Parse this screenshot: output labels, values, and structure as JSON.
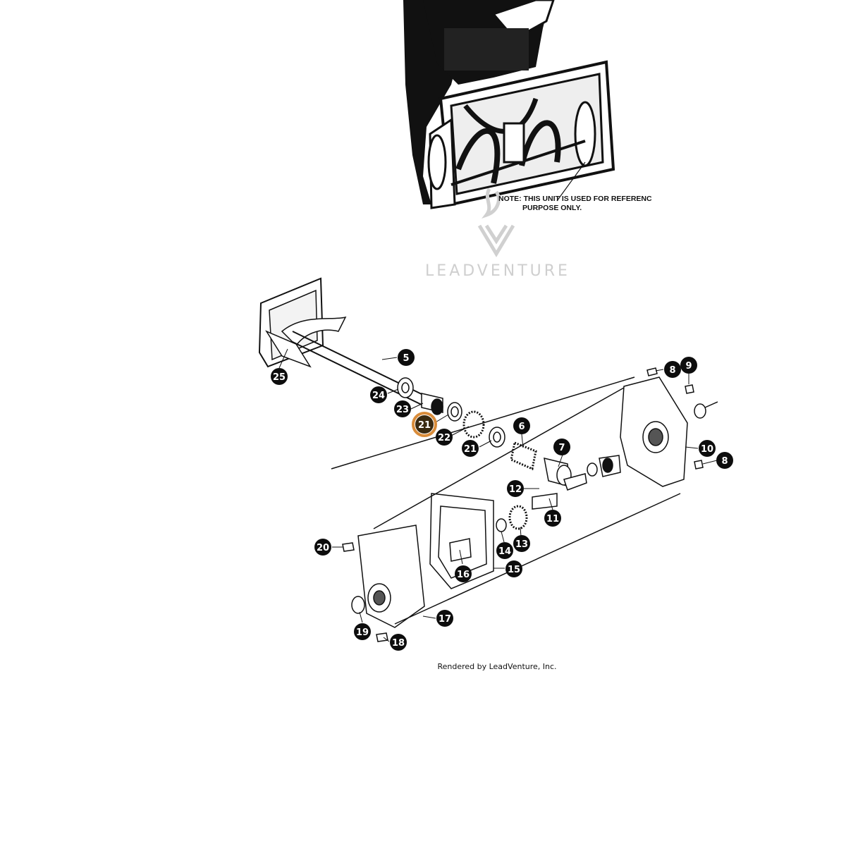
{
  "note": {
    "line1": "NOTE: THIS UNIT IS USED FOR REFERENC",
    "line2": "PURPOSE ONLY."
  },
  "watermark": {
    "text": "LEADVENTURE"
  },
  "footer": {
    "text": "Rendered by LeadVenture, Inc."
  },
  "colors": {
    "ink": "#111111",
    "callout": "#0d0d0d",
    "highlight": "#d98c3a",
    "watermark": "#cfcfcf"
  },
  "callouts": [
    {
      "label": "5"
    },
    {
      "label": "25"
    },
    {
      "label": "24"
    },
    {
      "label": "23"
    },
    {
      "label": "21",
      "highlighted": true
    },
    {
      "label": "22"
    },
    {
      "label": "21"
    },
    {
      "label": "6"
    },
    {
      "label": "7"
    },
    {
      "label": "8"
    },
    {
      "label": "9"
    },
    {
      "label": "10"
    },
    {
      "label": "8"
    },
    {
      "label": "12"
    },
    {
      "label": "11"
    },
    {
      "label": "13"
    },
    {
      "label": "14"
    },
    {
      "label": "15"
    },
    {
      "label": "16"
    },
    {
      "label": "20"
    },
    {
      "label": "17"
    },
    {
      "label": "19"
    },
    {
      "label": "18"
    }
  ]
}
